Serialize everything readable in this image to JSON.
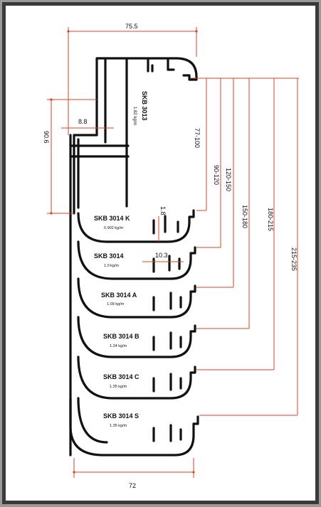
{
  "title_block": {
    "product": "SKB 3013",
    "weight": "1.82 kg/m"
  },
  "dimensions": {
    "top_width": "75.5",
    "bottom_width": "72",
    "left_height": "90.6",
    "wall_width": "8.8",
    "lip_thickness": "1.8",
    "lip_width": "10.3",
    "ranges": [
      "77-100",
      "90-120",
      "120-150",
      "150-180",
      "180-215",
      "215-235"
    ]
  },
  "profiles": [
    {
      "name": "SKB 3014 K",
      "weight": "0.902 kg/m"
    },
    {
      "name": "SKB 3014",
      "weight": "1.0 kg/m"
    },
    {
      "name": "SKB 3014 A",
      "weight": "1.09 kg/m"
    },
    {
      "name": "SKB 3014 B",
      "weight": "1.24 kg/m"
    },
    {
      "name": "SKB 3014 C",
      "weight": "1.35 kg/m"
    },
    {
      "name": "SKB 3014 S",
      "weight": "1.35 kg/m"
    }
  ],
  "colors": {
    "frame": "#3a3a3a",
    "sheet": "#ffffff",
    "profile": "#111111",
    "dimension": "#e2411f"
  }
}
